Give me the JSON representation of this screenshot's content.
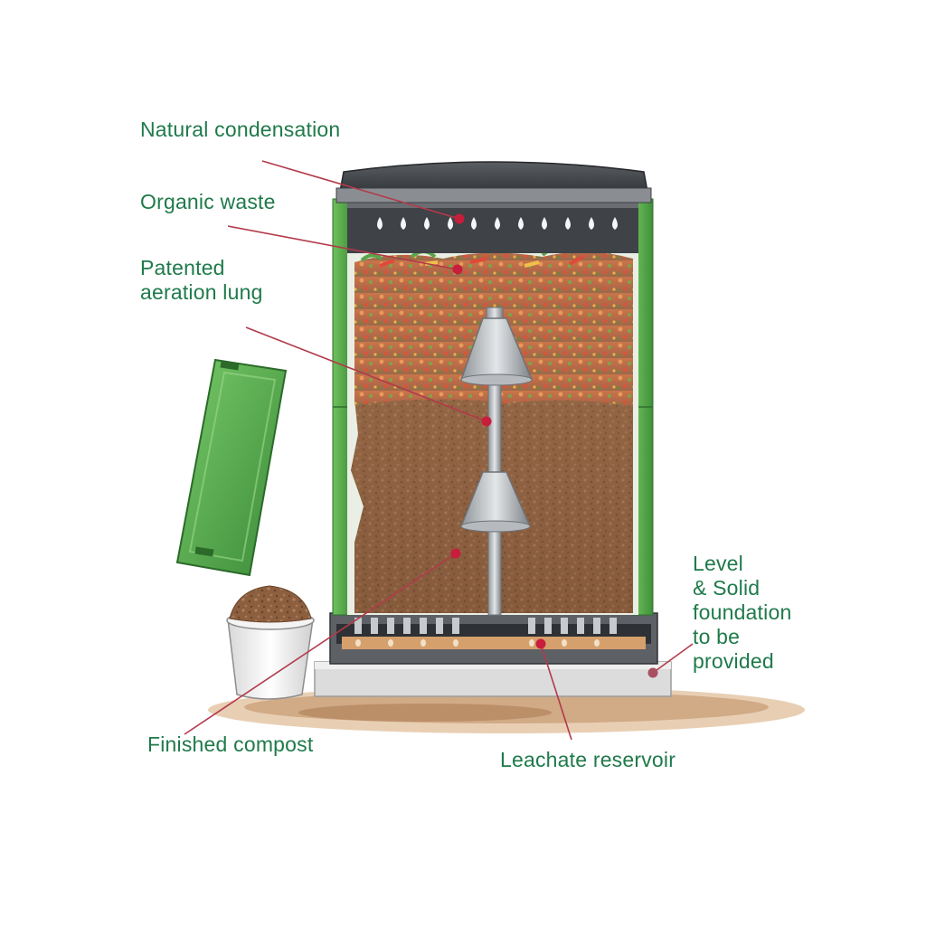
{
  "labels": {
    "natural_condensation": "Natural condensation",
    "organic_waste": "Organic waste",
    "aeration_line1": "Patented",
    "aeration_line2": "aeration lung",
    "finished_compost": "Finished compost",
    "leachate_reservoir": "Leachate reservoir",
    "foundation_line1": "Level",
    "foundation_line2": "& Solid",
    "foundation_line3": "foundation",
    "foundation_line4": "to be",
    "foundation_line5": "provided"
  },
  "colors": {
    "label_text": "#1f7a4a",
    "leader_line": "#b23a4a",
    "marker_dot": "#c81e3c",
    "bin_green": "#5bb04f",
    "lid_dark": "#4a4d52",
    "compost_brown": "#8a5a3a"
  }
}
